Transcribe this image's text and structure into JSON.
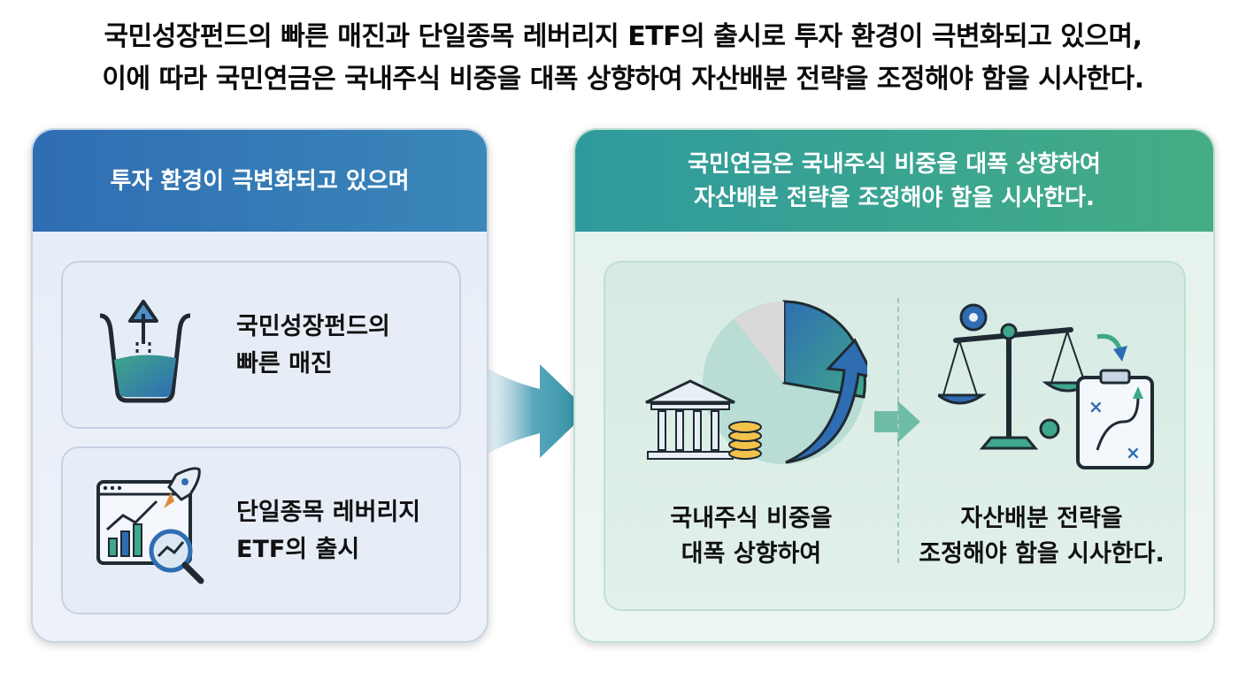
{
  "headline": {
    "line1": "국민성장펀드의 빠른 매진과 단일종목 레버리지 ETF의 출시로 투자 환경이 극변화되고 있으며,",
    "line2": "이에 따라 국민연금은 국내주식 비중을 대폭 상향하여 자산배분 전략을 조정해야 함을 시사한다."
  },
  "left_panel": {
    "title": "투자 환경이 극변화되고 있으며",
    "card1": {
      "line1": "국민성장펀드의",
      "line2": "빠른 매진",
      "icon": "funnel-rising-arrow-icon"
    },
    "card2": {
      "line1": "단일종목 레버리지",
      "line2": "ETF의 출시",
      "icon": "chart-rocket-magnifier-icon"
    }
  },
  "right_panel": {
    "title_line1": "국민연금은 국내주식 비중을 대폭 상향하여",
    "title_line2": "자산배분 전략을 조정해야 함을 시사한다.",
    "left_caption": {
      "line1": "국내주식 비중을",
      "line2": "대폭 상향하여"
    },
    "right_caption": {
      "line1": "자산배분 전략을",
      "line2": "조정해야 함을 시사한다."
    }
  },
  "colors": {
    "blue_header": "#2f6db3",
    "green_header": "#44ad84",
    "teal_arrow": "#2e8fa3"
  }
}
